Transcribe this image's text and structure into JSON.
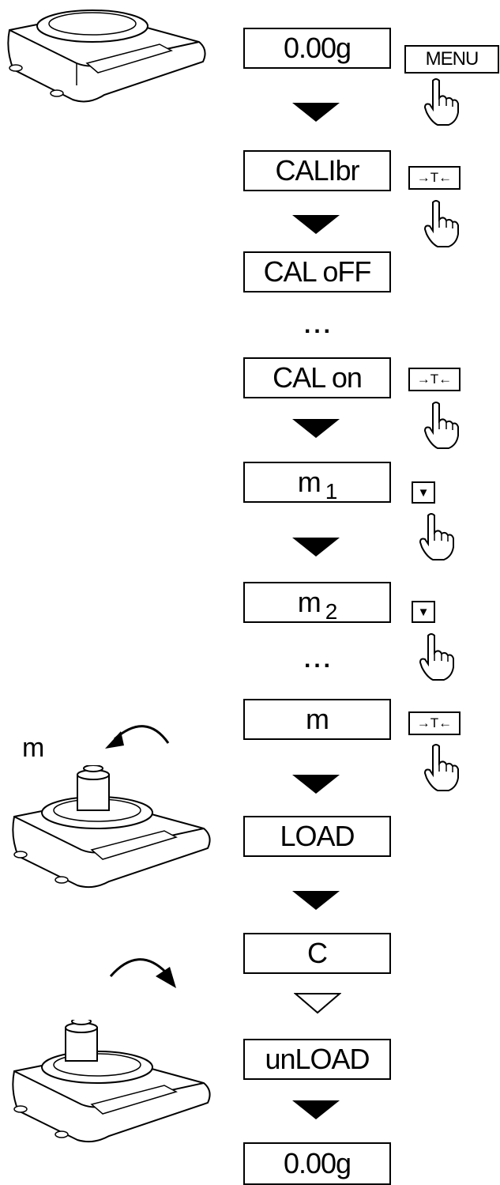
{
  "displays": [
    "0.00g",
    "CALIbr",
    "CAL oFF",
    "CAL on",
    "m",
    "m",
    "m",
    "LOAD",
    "C",
    "unLOAD",
    "0.00g"
  ],
  "display_subscripts": {
    "m1": "1",
    "m2": "2"
  },
  "keys": {
    "menu_label": "MENU",
    "tare_label": "→T←",
    "down_label": "▼"
  },
  "dots": "...",
  "mass_label": "m"
}
